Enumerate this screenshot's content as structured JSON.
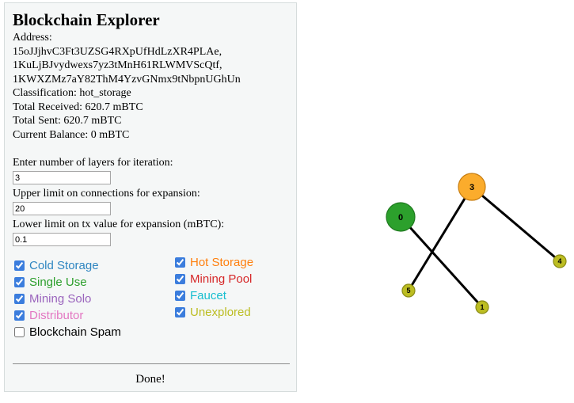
{
  "panel": {
    "title": "Blockchain Explorer",
    "address_label": "Address:",
    "addresses": [
      "15oJJjhvC3Ft3UZSG4RXpUfHdLzXR4PLAe,",
      "1KuLjBJvydwexs7yz3tMnH61RLWMVScQtf,",
      "1KWXZMz7aY82ThM4YzvGNmx9tNbpnUGhUn"
    ],
    "classification": "Classification: hot_storage",
    "total_received": "Total Received: 620.7 mBTC",
    "total_sent": "Total Sent: 620.7 mBTC",
    "current_balance": "Current Balance: 0 mBTC",
    "layers_label": "Enter number of layers for iteration:",
    "layers_value": "3",
    "upper_label": "Upper limit on connections for expansion:",
    "upper_value": "20",
    "lower_label": "Lower limit on tx value for expansion (mBTC):",
    "lower_value": "0.1",
    "done_label": "Done!"
  },
  "legend": {
    "left": [
      {
        "label": "Cold Storage",
        "color": "#2f86c1",
        "checked": true
      },
      {
        "label": "Single Use",
        "color": "#2c9f2c",
        "checked": true
      },
      {
        "label": "Mining Solo",
        "color": "#9a64bd",
        "checked": true
      },
      {
        "label": "Distributor",
        "color": "#e377c2",
        "checked": true
      },
      {
        "label": "Blockchain Spam",
        "color": "#000000",
        "checked": false
      }
    ],
    "right": [
      {
        "label": "Hot Storage",
        "color": "#ff7f0e",
        "checked": true
      },
      {
        "label": "Mining Pool",
        "color": "#d62728",
        "checked": true
      },
      {
        "label": "Faucet",
        "color": "#17becf",
        "checked": true
      },
      {
        "label": "Unexplored",
        "color": "#bcbd22",
        "checked": true
      }
    ]
  },
  "graph": {
    "nodes": [
      {
        "id": "0",
        "color": "#2ca02c",
        "stroke": "#1f7a1f"
      },
      {
        "id": "3",
        "color": "#fbac2c",
        "stroke": "#c77d10"
      },
      {
        "id": "4",
        "color": "#bcbd22",
        "stroke": "#8a8b14"
      },
      {
        "id": "5",
        "color": "#bcbd22",
        "stroke": "#8a8b14"
      },
      {
        "id": "1",
        "color": "#bcbd22",
        "stroke": "#8a8b14"
      }
    ],
    "edges": [
      [
        "3",
        "4"
      ],
      [
        "3",
        "5"
      ],
      [
        "0",
        "1"
      ]
    ]
  }
}
